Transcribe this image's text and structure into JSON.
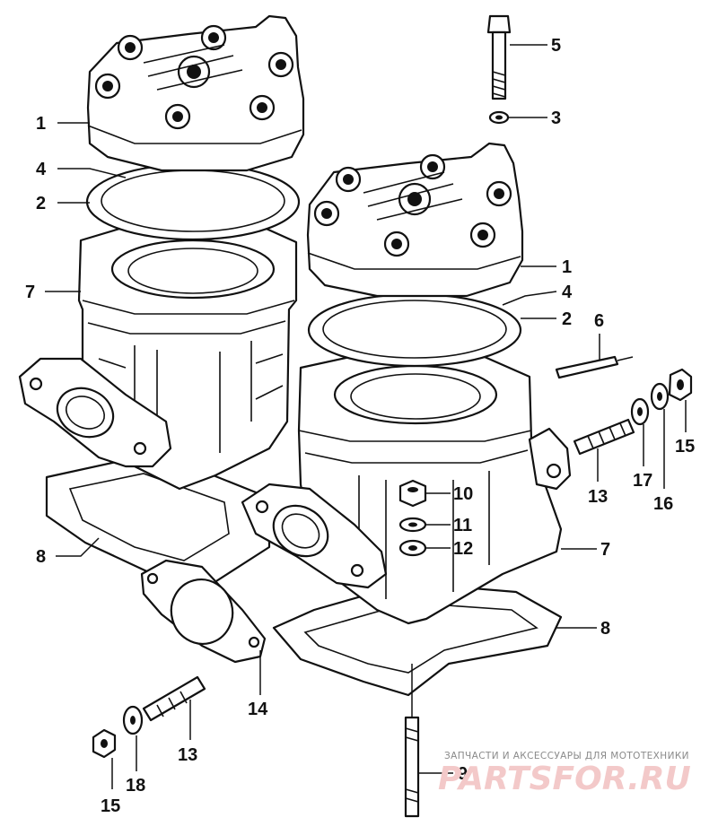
{
  "diagram": {
    "callouts": {
      "c1a": "1",
      "c4a": "4",
      "c2a": "2",
      "c7a": "7",
      "c8a": "8",
      "c5": "5",
      "c3": "3",
      "c1b": "1",
      "c4b": "4",
      "c2b": "2",
      "c6": "6",
      "c15a": "15",
      "c17": "17",
      "c16": "16",
      "c13a": "13",
      "c10": "10",
      "c11": "11",
      "c12": "12",
      "c7b": "7",
      "c8b": "8",
      "c14": "14",
      "c13b": "13",
      "c18": "18",
      "c15b": "15",
      "c9": "9"
    }
  },
  "watermark": {
    "tagline": "ЗАПЧАСТИ И АКСЕССУАРЫ ДЛЯ МОТОТЕХНИКИ",
    "logo": "PARTSFOR.RU"
  },
  "colors": {
    "line": "#111111",
    "background": "#ffffff",
    "watermark_logo": "#f3c9c9",
    "watermark_text": "#8a8a8a"
  }
}
